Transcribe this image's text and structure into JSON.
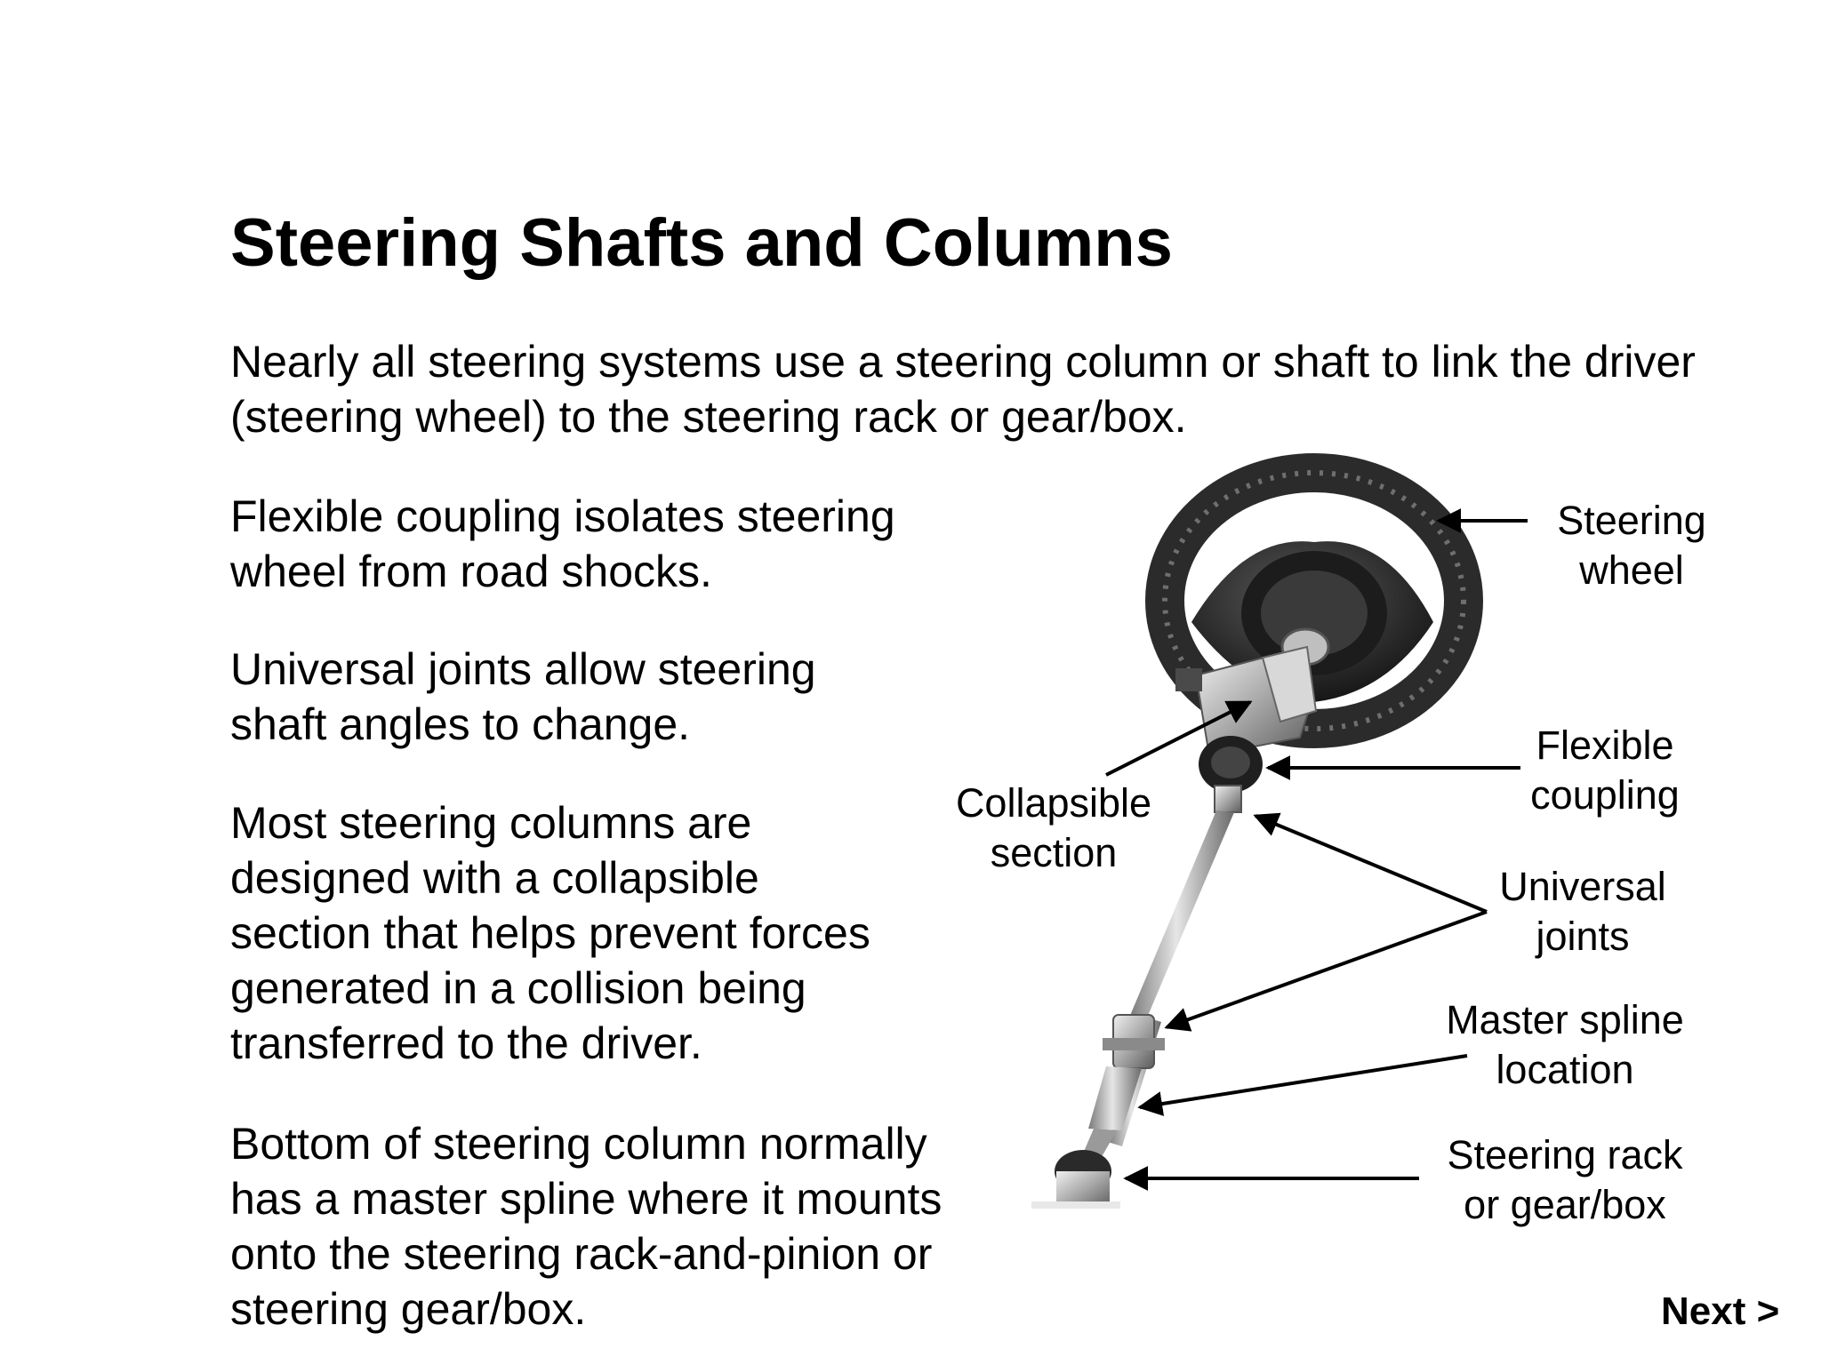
{
  "slide": {
    "title": "Steering Shafts and Columns",
    "intro": "Nearly all steering systems use a steering column or shaft to link the driver (steering wheel) to the steering rack or gear/box.",
    "paragraphs": [
      "Flexible coupling isolates steering wheel from road shocks.",
      "Universal joints allow steering shaft angles to change.",
      "Most steering columns are designed with a collapsible section that helps prevent forces generated in a collision being transferred to the driver.",
      "Bottom of steering column normally has a master spline where it mounts onto the steering rack-and-pinion or steering gear/box."
    ]
  },
  "diagram": {
    "labels": {
      "steering_wheel": [
        "Steering",
        "wheel"
      ],
      "flexible_coupling": [
        "Flexible",
        "coupling"
      ],
      "collapsible_section": [
        "Collapsible",
        "section"
      ],
      "universal_joints": [
        "Universal",
        "joints"
      ],
      "master_spline": [
        "Master spline",
        "location"
      ],
      "steering_rack": [
        "Steering rack",
        "or gear/box"
      ]
    }
  },
  "navigation": {
    "next_label": "Next >"
  }
}
